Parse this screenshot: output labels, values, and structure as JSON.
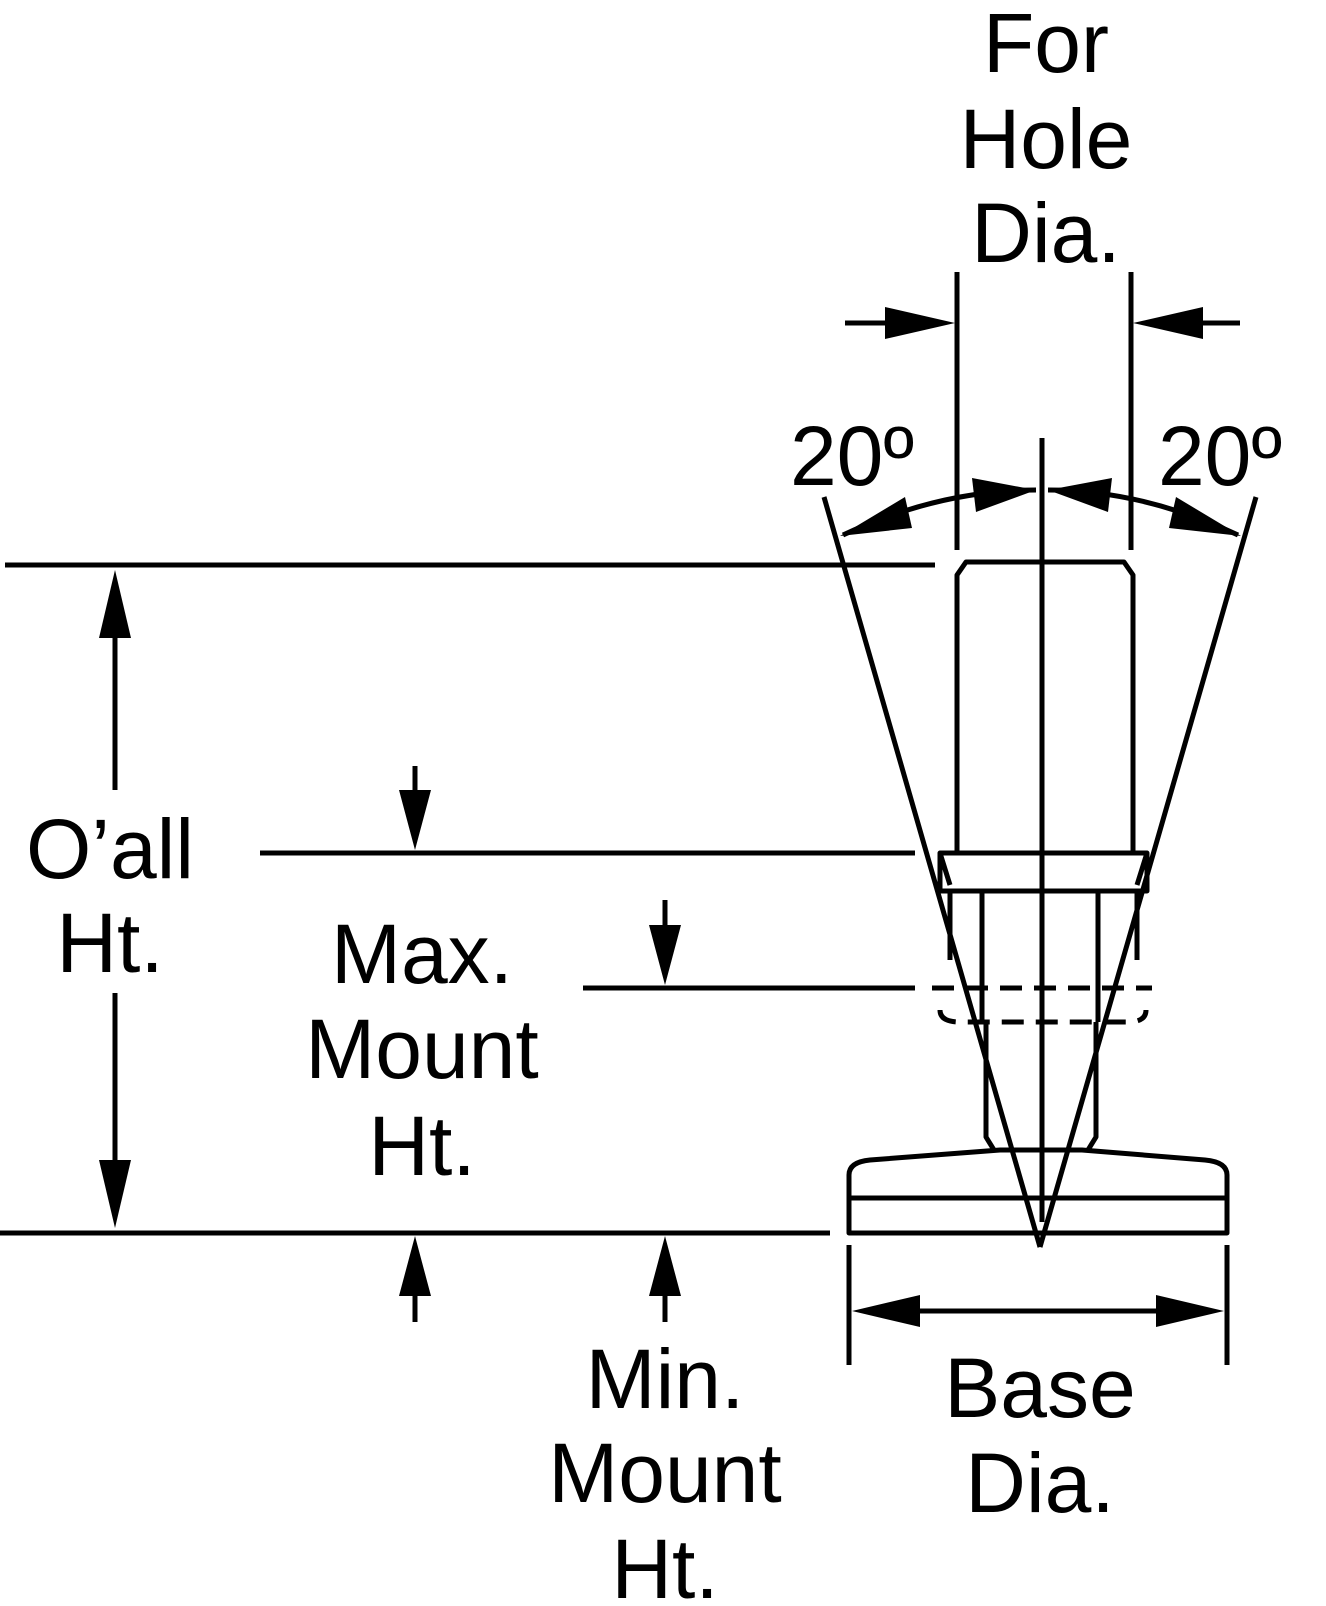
{
  "labels": {
    "hole_dia": [
      "For",
      "Hole",
      "Dia."
    ],
    "angle_left": "20º",
    "angle_right": "20º",
    "overall_ht": [
      "O’all",
      "Ht."
    ],
    "max_mount_ht": [
      "Max.",
      "Mount",
      "Ht."
    ],
    "min_mount_ht": [
      "Min.",
      "Mount",
      "Ht."
    ],
    "base_dia": [
      "Base",
      "Dia."
    ]
  },
  "colors": {
    "ink": "#000000",
    "background": "#ffffff"
  }
}
